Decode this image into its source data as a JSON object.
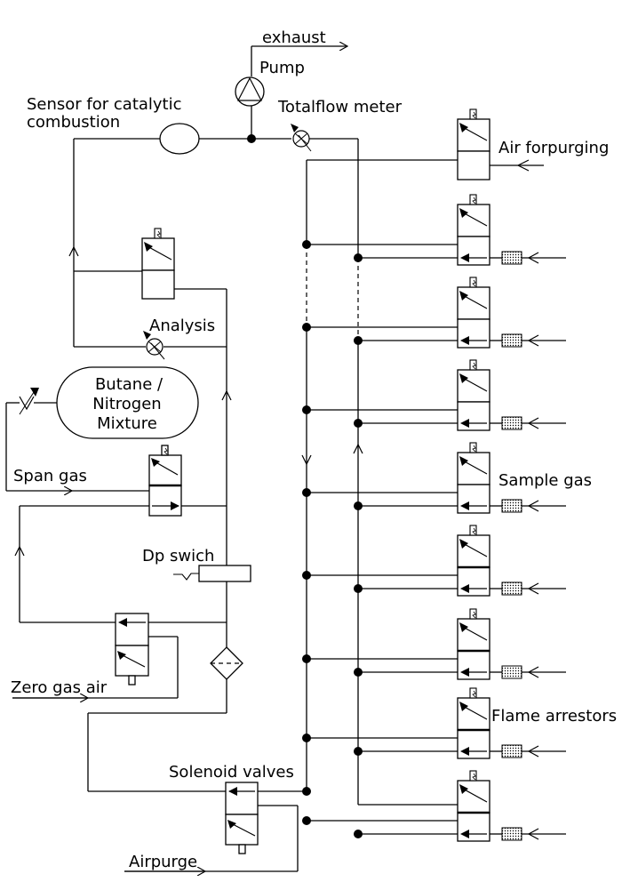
{
  "labels": {
    "exhaust": "exhaust",
    "pump": "Pump",
    "sensor_line1": "Sensor for catalytic",
    "sensor_line2": "combustion",
    "totalflow": "Totalflow meter",
    "air_purging": "Air forpurging",
    "analysis": "Analysis",
    "mixture_line1": "Butane /",
    "mixture_line2": "Nitrogen",
    "mixture_line3": "Mixture",
    "span_gas": "Span gas",
    "sample_gas": "Sample gas",
    "dp_switch": "Dp swich",
    "zero_gas": "Zero gas air",
    "flame_arrestors": "Flame arrestors",
    "solenoid_valves": "Solenoid valves",
    "airpurge": "Airpurge"
  }
}
